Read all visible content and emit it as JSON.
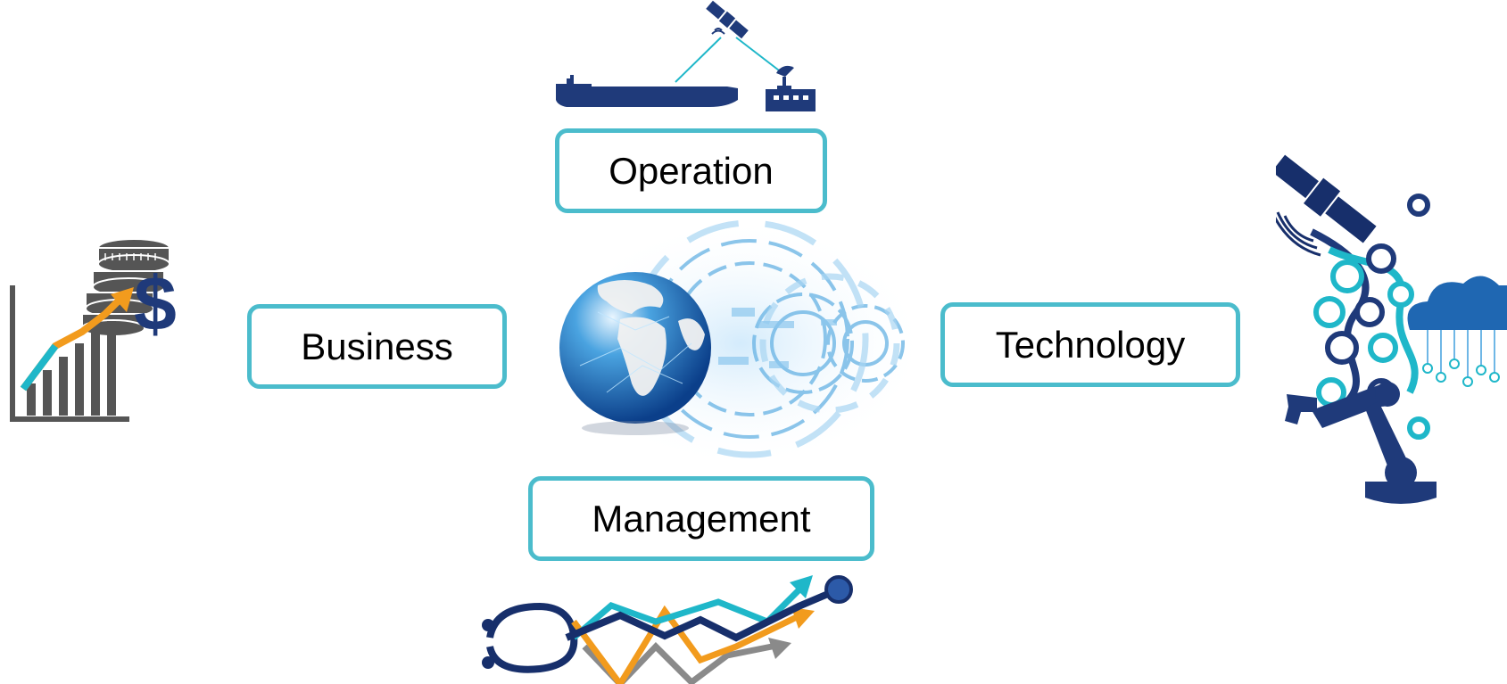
{
  "boxes": {
    "operation": "Operation",
    "business": "Business",
    "technology": "Technology",
    "management": "Management"
  },
  "colors": {
    "box_border": "#4bbccc",
    "navy": "#1f3a7a",
    "dark_navy": "#172f6b",
    "teal": "#1fb7c9",
    "orange": "#f29b1d",
    "gray": "#555555",
    "light_blue": "#6fb7e6"
  },
  "icons": [
    "ship-satellite-icon",
    "finance-growth-icon",
    "digital-globe-icon",
    "technology-robot-cloud-icon",
    "healthcare-trend-icon"
  ]
}
